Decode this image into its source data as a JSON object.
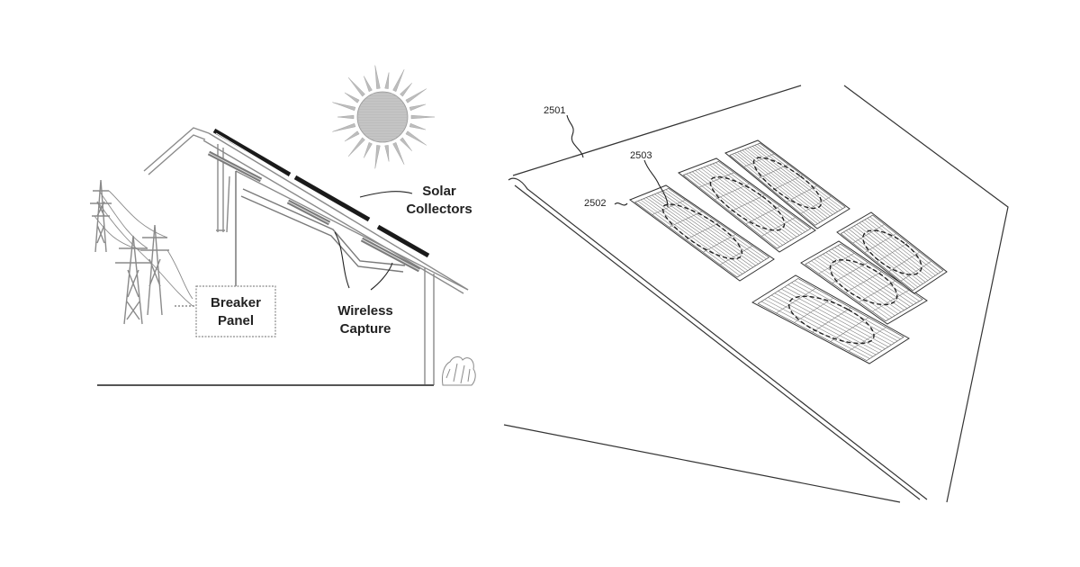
{
  "figure_left": {
    "labels": {
      "solar_line1": "Solar",
      "solar_line2": "Collectors",
      "wireless_line1": "Wireless",
      "wireless_line2": "Capture",
      "breaker_line1": "Breaker",
      "breaker_line2": "Panel"
    },
    "icons": [
      "sun-icon",
      "power-pylon-icon",
      "house-icon",
      "solar-panel-icon",
      "shrub-icon"
    ]
  },
  "figure_right": {
    "refs": {
      "roof": "2501",
      "panel": "2502",
      "receiver": "2503"
    },
    "icons": [
      "roof-plane-icon",
      "solar-panel-icon",
      "receiver-coil-icon"
    ]
  },
  "colors": {
    "ink": "#222222",
    "grey": "#8a8a8a",
    "sun": "#bdbdbd",
    "panel": "#1a1a1a"
  }
}
